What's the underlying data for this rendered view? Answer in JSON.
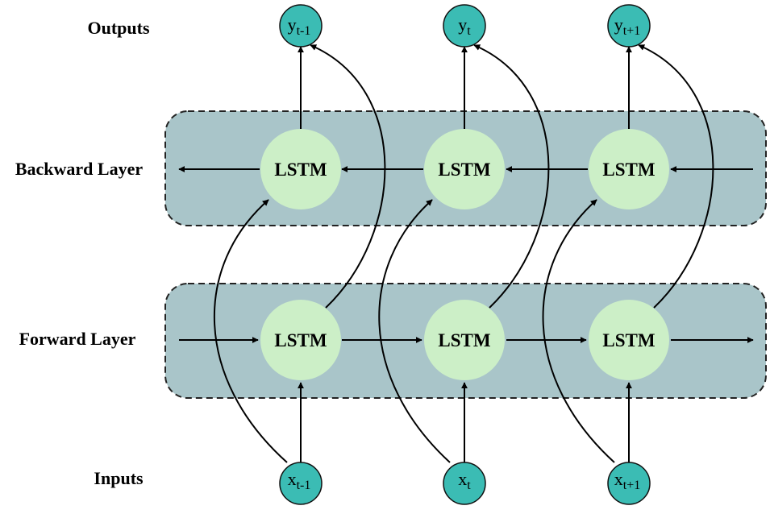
{
  "labels": {
    "outputs": "Outputs",
    "backward": "Backward Layer",
    "forward": "Forward Layer",
    "inputs": "Inputs"
  },
  "cell_label": "LSTM",
  "outputs": [
    {
      "base": "y",
      "sub": "t-1"
    },
    {
      "base": "y",
      "sub": "t"
    },
    {
      "base": "y",
      "sub": "t+1"
    }
  ],
  "inputs": [
    {
      "base": "x",
      "sub": "t-1"
    },
    {
      "base": "x",
      "sub": "t"
    },
    {
      "base": "x",
      "sub": "t+1"
    }
  ],
  "colors": {
    "layer_fill": "#a9c5c9",
    "lstm_fill": "#ccefc7",
    "io_fill": "#3bbcb4",
    "stroke": "#000000"
  }
}
